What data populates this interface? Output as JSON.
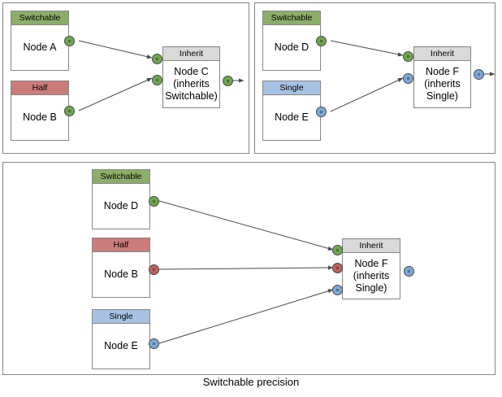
{
  "diagram": {
    "caption": "Switchable precision",
    "colors": {
      "switchable": "#8CAE68",
      "half": "#CC7B7B",
      "single": "#A6C3E3",
      "inherit": "#D9D9D9",
      "port_green": "#6EA64E",
      "port_red": "#C0605E",
      "port_blue": "#7BA7D7",
      "edge": "#4a4a4a",
      "border": "#868686"
    },
    "panels": [
      {
        "id": "panel-top-left",
        "nodes": [
          {
            "id": "node-a",
            "header": "Switchable",
            "label": "Node A"
          },
          {
            "id": "node-b",
            "header": "Half",
            "label": "Node B"
          },
          {
            "id": "node-c",
            "header": "Inherit",
            "label": "Node C\n(inherits\nSwitchable)"
          }
        ],
        "ports": [
          {
            "id": "node-a-out",
            "color": "green"
          },
          {
            "id": "node-b-out",
            "color": "green"
          },
          {
            "id": "node-c-in-1",
            "color": "green"
          },
          {
            "id": "node-c-in-2",
            "color": "green"
          },
          {
            "id": "node-c-out",
            "color": "green"
          }
        ],
        "edges": [
          {
            "from": "node-a-out",
            "to": "node-c-in-1"
          },
          {
            "from": "node-b-out",
            "to": "node-c-in-2"
          },
          {
            "from": "node-c-out",
            "to": "external"
          }
        ]
      },
      {
        "id": "panel-top-right",
        "nodes": [
          {
            "id": "node-d",
            "header": "Switchable",
            "label": "Node D"
          },
          {
            "id": "node-e",
            "header": "Single",
            "label": "Node E"
          },
          {
            "id": "node-f",
            "header": "Inherit",
            "label": "Node F\n(inherits\nSingle)"
          }
        ],
        "ports": [
          {
            "id": "node-d-out",
            "color": "green"
          },
          {
            "id": "node-e-out",
            "color": "blue"
          },
          {
            "id": "node-f-in-1",
            "color": "green"
          },
          {
            "id": "node-f-in-2",
            "color": "blue"
          },
          {
            "id": "node-f-out",
            "color": "blue"
          }
        ],
        "edges": [
          {
            "from": "node-d-out",
            "to": "node-f-in-1"
          },
          {
            "from": "node-e-out",
            "to": "node-f-in-2"
          },
          {
            "from": "node-f-out",
            "to": "external"
          }
        ]
      },
      {
        "id": "panel-bottom",
        "nodes": [
          {
            "id": "node-d2",
            "header": "Switchable",
            "label": "Node D"
          },
          {
            "id": "node-b2",
            "header": "Half",
            "label": "Node B"
          },
          {
            "id": "node-e2",
            "header": "Single",
            "label": "Node E"
          },
          {
            "id": "node-f2",
            "header": "Inherit",
            "label": "Node F\n(inherits\nSingle)"
          }
        ],
        "ports": [
          {
            "id": "node-d2-out",
            "color": "green"
          },
          {
            "id": "node-b2-out",
            "color": "red"
          },
          {
            "id": "node-e2-out",
            "color": "blue"
          },
          {
            "id": "node-f2-in-1",
            "color": "green"
          },
          {
            "id": "node-f2-in-2",
            "color": "red"
          },
          {
            "id": "node-f2-in-3",
            "color": "blue"
          },
          {
            "id": "node-f2-out",
            "color": "blue"
          }
        ],
        "edges": [
          {
            "from": "node-d2-out",
            "to": "node-f2-in-1"
          },
          {
            "from": "node-b2-out",
            "to": "node-f2-in-2"
          },
          {
            "from": "node-e2-out",
            "to": "node-f2-in-3"
          }
        ]
      }
    ]
  }
}
